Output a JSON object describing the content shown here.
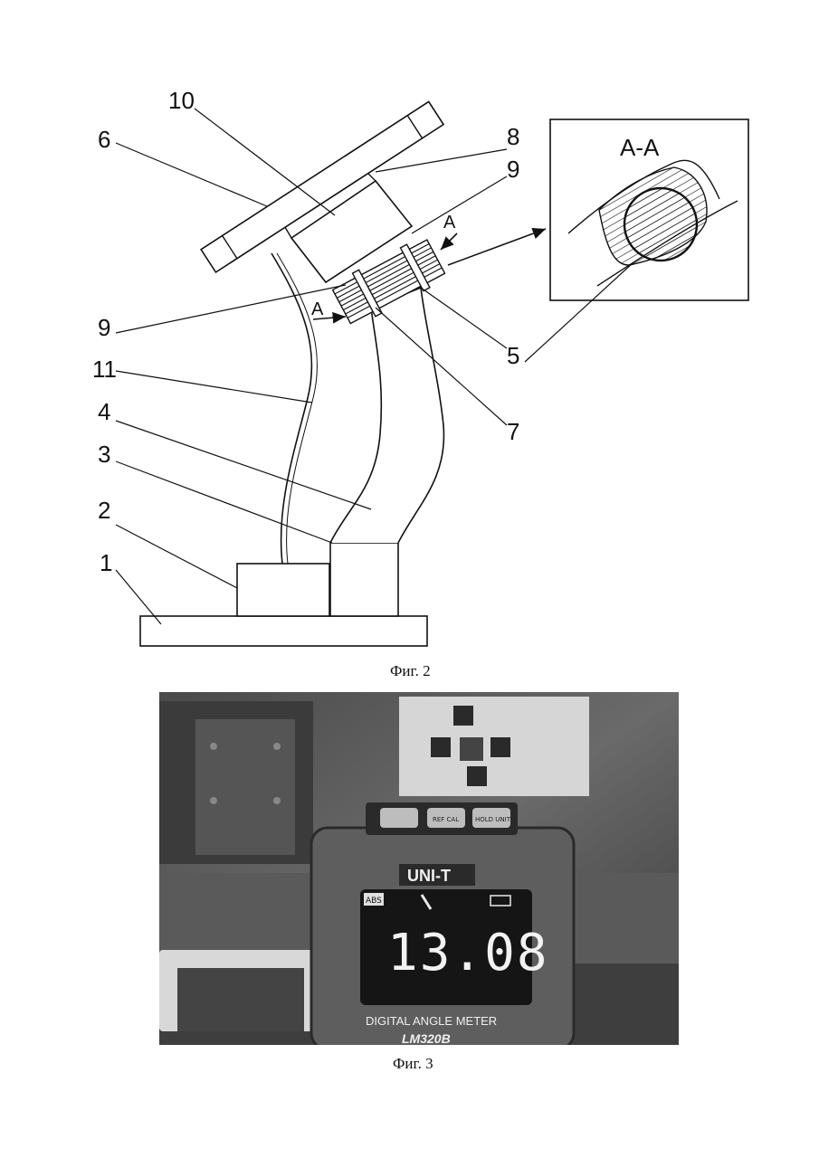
{
  "figure2": {
    "caption": "Фиг. 2",
    "labels": {
      "l1": "1",
      "l2": "2",
      "l3": "3",
      "l4": "4",
      "l5": "5",
      "l6": "6",
      "l7": "7",
      "l8": "8",
      "l9a": "9",
      "l9b": "9",
      "l10": "10",
      "l11": "11"
    },
    "section_marker": "A",
    "section_title": "A-A"
  },
  "figure3": {
    "caption": "Фиг. 3",
    "meter": {
      "brand": "UNI-T",
      "buttons": [
        "",
        "REF CAL",
        "HOLD UNIT"
      ],
      "abs_badge": "ABS",
      "reading": "13.08",
      "name": "DIGITAL ANGLE METER",
      "model": "LM320B"
    }
  }
}
